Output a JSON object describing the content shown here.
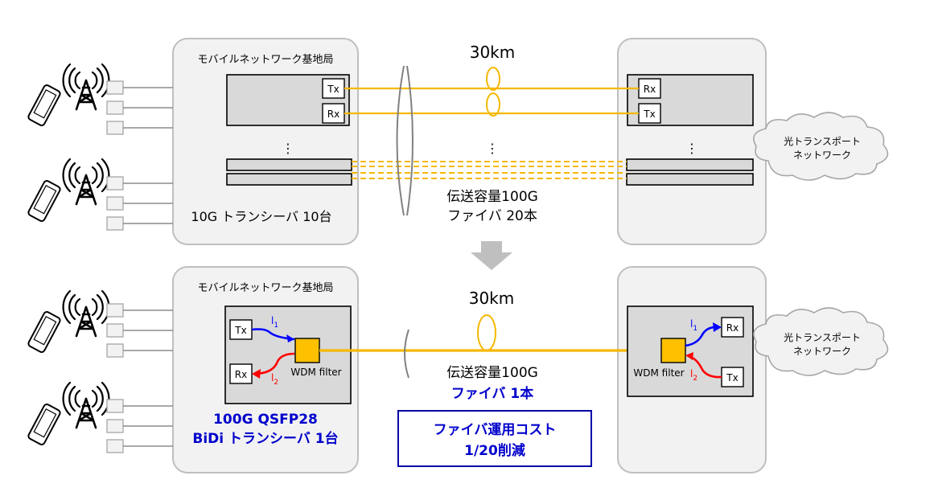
{
  "top": {
    "base_station_title": "モバイルネットワーク基地局",
    "tx_label": "Tx",
    "rx_label": "Rx",
    "dots": "⋮",
    "distance": "30km",
    "transceiver_label": "10G トランシーバ 10台",
    "capacity": "伝送容量100G",
    "fiber_count": "ファイバ 20本",
    "cloud_line1": "光トランスポート",
    "cloud_line2": "ネットワーク"
  },
  "bottom": {
    "base_station_title": "モバイルネットワーク基地局",
    "tx_label": "Tx",
    "rx_label": "Rx",
    "lambda_base": "l",
    "lambda1_sub": "1",
    "lambda2_sub": "2",
    "wdm_label": "WDM filter",
    "distance": "30km",
    "transceiver_line1": "100G QSFP28",
    "transceiver_line2": "BiDi トランシーバ 1台",
    "capacity": "伝送容量100G",
    "fiber_count": "ファイバ 1本",
    "cost_line1": "ファイバ運用コスト",
    "cost_line2": "1/20削減",
    "cloud_line1": "光トランスポート",
    "cloud_line2": "ネットワーク"
  },
  "colors": {
    "fiber": "#f5b800",
    "wdm_filter": "#ffc000",
    "lambda1": "#0000ff",
    "lambda2": "#ff0000",
    "highlight_text": "#0000cc",
    "box_fill": "#f2f2f2",
    "panel_fill": "#d9d9d9"
  },
  "icons": [
    "cell-tower-icon",
    "smartphone-icon",
    "cloud-icon",
    "down-arrow-icon"
  ]
}
